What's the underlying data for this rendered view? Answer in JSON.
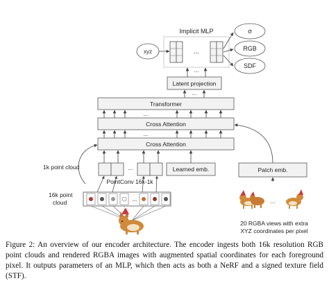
{
  "figure": {
    "implicit_mlp": "Implicit MLP",
    "xyz": "xyz",
    "ellipsis": "...",
    "outputs": [
      "σ",
      "RGB",
      "SDF"
    ],
    "latent_projection": "Latent projection",
    "transformer": "Transformer",
    "cross_attention": "Cross Attention",
    "learned_emb": "Learned emb.",
    "one_k_point_cloud": "1k point cloud",
    "sixteen_k_point_cloud": [
      "16k point",
      "cloud"
    ],
    "pointconv": "PointConv 16k-1k",
    "patch_emb": "Patch emb.",
    "views_label": [
      "20 RGBA views with extra",
      "XYZ coordinates per pixel"
    ]
  },
  "caption": {
    "text": "Figure 2:  An overview of our encoder architecture. The encoder ingests both 16k resolution RGB point clouds and rendered RGBA images with augmented spatial coordinates for each foreground pixel. It outputs parameters of an MLP, which then acts as both a NeRF and a signed texture field (STF)."
  }
}
